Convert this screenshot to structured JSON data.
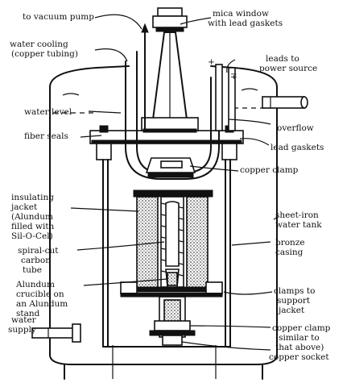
{
  "labels": {
    "vacuum_pump": "to vacuum pump",
    "mica_window_1": "mica window",
    "mica_window_2": "with lead gaskets",
    "water_cooling_1": "water cooling",
    "water_cooling_2": "(copper tubing)",
    "plus": "+",
    "minus": "∓",
    "leads_1": "leads to",
    "leads_2": "power source",
    "water_level": "water level",
    "overflow": "overflow",
    "fiber_seals": "fiber seals",
    "lead_gaskets": "lead gaskets",
    "copper_clamp_top": "copper clamp",
    "insulating_1": "insulating",
    "insulating_2": "jacket",
    "insulating_3": "(Alundum",
    "insulating_4": "filled with",
    "insulating_5": "Sil-O-Cel)",
    "sheet_iron_1": "sheet-iron",
    "sheet_iron_2": "water tank",
    "spiral_1": "spiral-cut",
    "spiral_2": "carbon",
    "spiral_3": "tube",
    "bronze_1": "bronze",
    "bronze_2": "casing",
    "alundum_1": "Alundum",
    "alundum_2": "crucible on",
    "alundum_3": "an Alundum",
    "alundum_4": "stand",
    "clamps_1": "clamps to",
    "clamps_2": "support",
    "clamps_3": "jacket",
    "water_supply_1": "water",
    "water_supply_2": "supply",
    "copper_clamp_b1": "copper clamp",
    "copper_clamp_b2": "(similar to",
    "copper_clamp_b3": "that above)",
    "copper_socket": "copper socket"
  }
}
